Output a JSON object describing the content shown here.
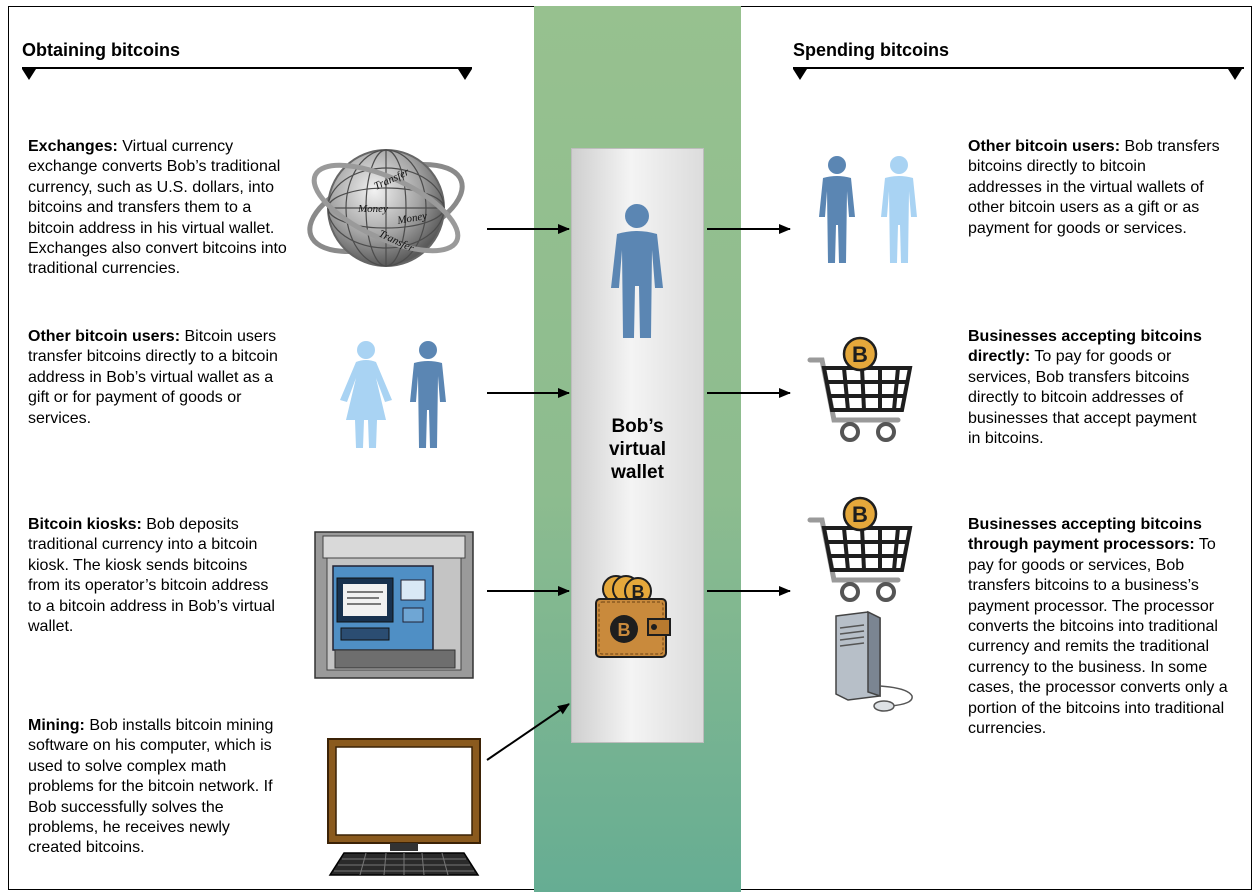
{
  "left_section": {
    "title": "Obtaining bitcoins"
  },
  "right_section": {
    "title": "Spending bitcoins"
  },
  "wallet": {
    "lines": [
      "Bob’s",
      "virtual",
      "wallet"
    ]
  },
  "obtaining": [
    {
      "heading": "Exchanges:",
      "text": " Virtual currency exchange converts Bob’s traditional currency, such as U.S. dollars, into bitcoins and transfers them to a bitcoin address in his virtual wallet. Exchanges also convert bitcoins into traditional currencies."
    },
    {
      "heading": "Other bitcoin users:",
      "text": " Bitcoin users transfer bitcoins directly to a bitcoin address in Bob’s virtual wallet as a gift or for payment of goods or services."
    },
    {
      "heading": "Bitcoin kiosks:",
      "text": " Bob deposits traditional currency into a bitcoin kiosk. The kiosk sends bitcoins from its operator’s bitcoin address to a bitcoin address in Bob’s virtual wallet."
    },
    {
      "heading": "Mining:",
      "text": " Bob installs bitcoin mining software on his computer, which is used to solve complex math problems for the bitcoin network. If Bob successfully solves the problems, he receives newly created bitcoins."
    }
  ],
  "spending": [
    {
      "heading": "Other bitcoin users:",
      "text": " Bob transfers bitcoins directly to bitcoin addresses in the virtual wallets of other bitcoin users as a gift or as payment for goods or services."
    },
    {
      "heading": "Businesses accepting bitcoins directly:",
      "text": " To pay for goods or services, Bob transfers bitcoins directly to bitcoin addresses of businesses that accept payment in bitcoins."
    },
    {
      "heading": "Businesses accepting bitcoins through payment processors:",
      "text": " To pay for goods or services, Bob transfers bitcoins to a business’s payment processor. The processor converts the bitcoins into traditional currency and remits the traditional currency to the business. In some cases, the processor converts only a portion of the bitcoins into traditional currencies."
    }
  ],
  "globe_words": [
    "Transfer",
    "Money",
    "Money",
    "Transfer"
  ],
  "coin_symbol": "B",
  "colors": {
    "person_dark": "#5b86b3",
    "person_light": "#a9d3f3",
    "green_band": "#8fbd8f",
    "coin": "#e5a83b",
    "wallet": "#c98a3c"
  }
}
